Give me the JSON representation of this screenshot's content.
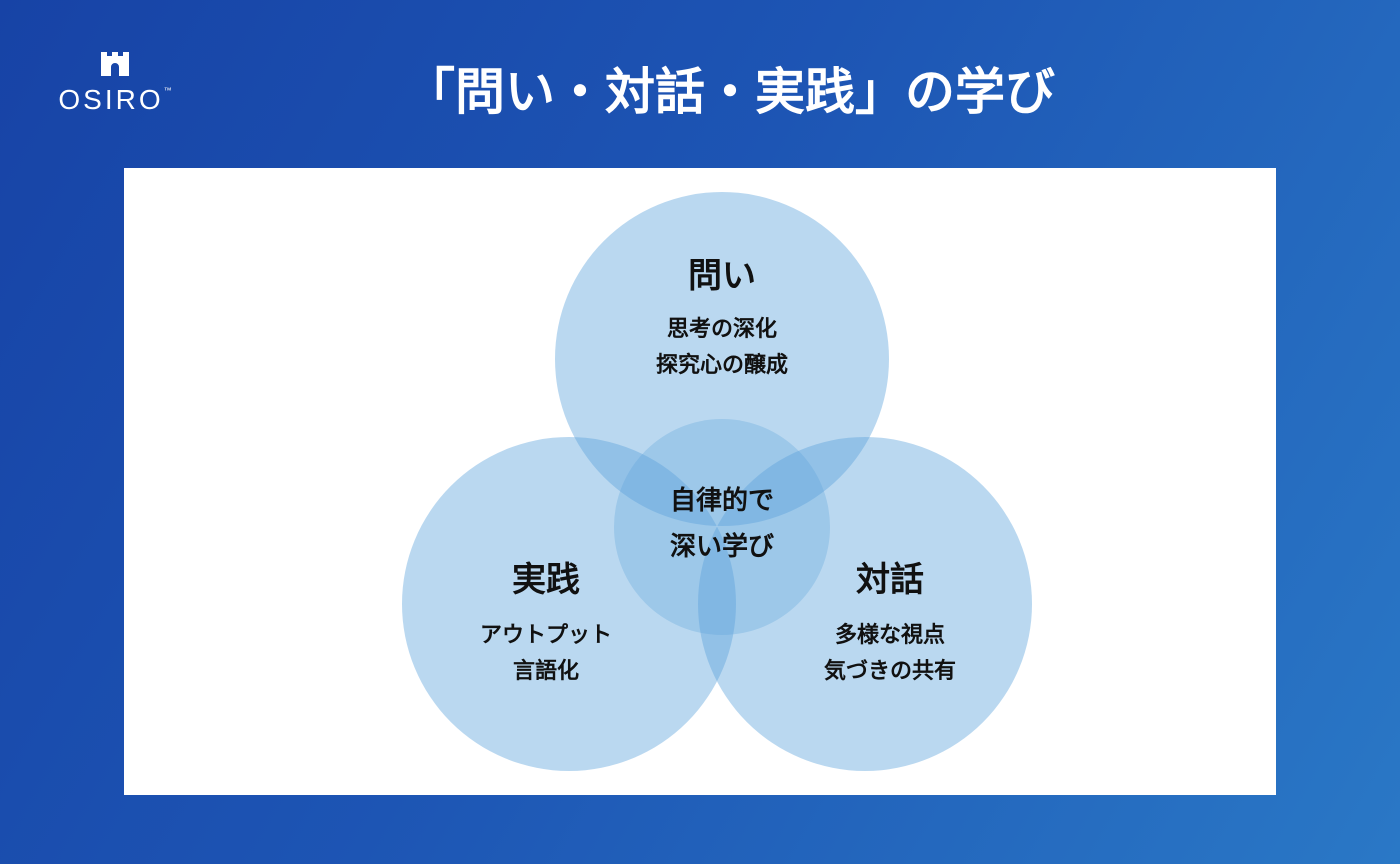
{
  "logo": {
    "text": "OSIRO",
    "tm": "™"
  },
  "title": "「問い・対話・実践」の学び",
  "diagram": {
    "top": {
      "heading": "問い",
      "lines": [
        "思考の深化",
        "探究心の醸成"
      ]
    },
    "left": {
      "heading": "実践",
      "lines": [
        "アウトプット",
        "言語化"
      ]
    },
    "right": {
      "heading": "対話",
      "lines": [
        "多様な視点",
        "気づきの共有"
      ]
    },
    "center": {
      "lines": [
        "自律的で",
        "深い学び"
      ]
    }
  },
  "colors": {
    "circle": "#5ba3dc",
    "background": "#1d55b4"
  }
}
